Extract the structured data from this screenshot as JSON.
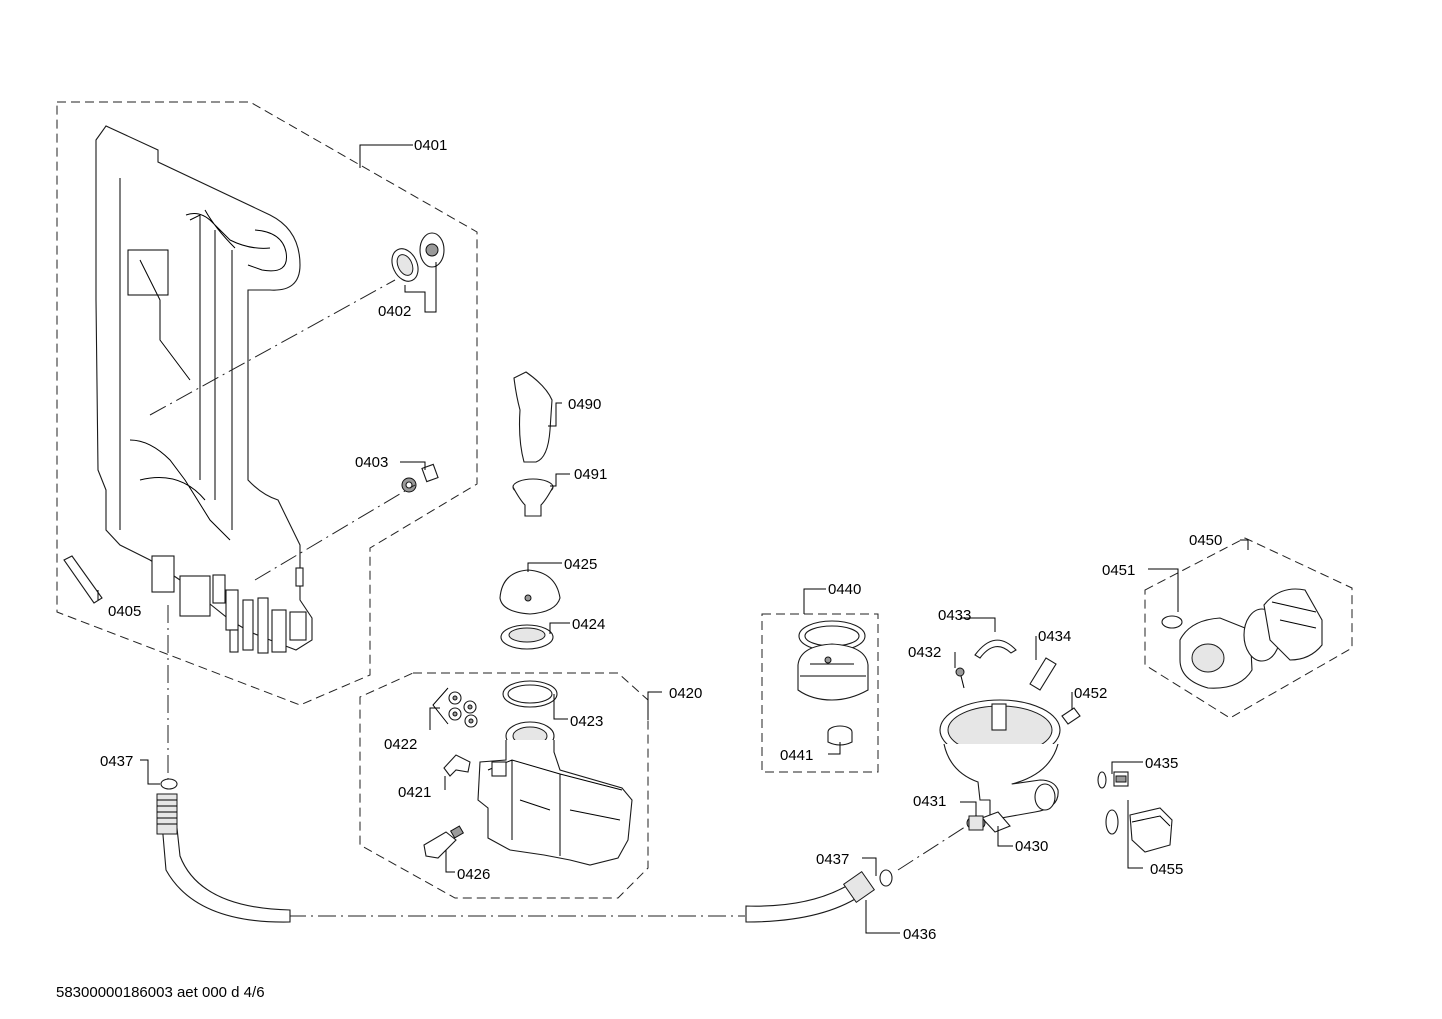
{
  "callouts": {
    "c0401": "0401",
    "c0402": "0402",
    "c0403": "0403",
    "c0405": "0405",
    "c0490": "0490",
    "c0491": "0491",
    "c0425": "0425",
    "c0424": "0424",
    "c0420": "0420",
    "c0423": "0423",
    "c0422": "0422",
    "c0421": "0421",
    "c0426": "0426",
    "c0440": "0440",
    "c0441": "0441",
    "c0433": "0433",
    "c0434": "0434",
    "c0432": "0432",
    "c0452": "0452",
    "c0431": "0431",
    "c0430": "0430",
    "c0435": "0435",
    "c0455": "0455",
    "c0450": "0450",
    "c0451": "0451",
    "c0437a": "0437",
    "c0437b": "0437",
    "c0436": "0436"
  },
  "footer": {
    "code": "58300000186003 aet 000 d 4/6"
  }
}
